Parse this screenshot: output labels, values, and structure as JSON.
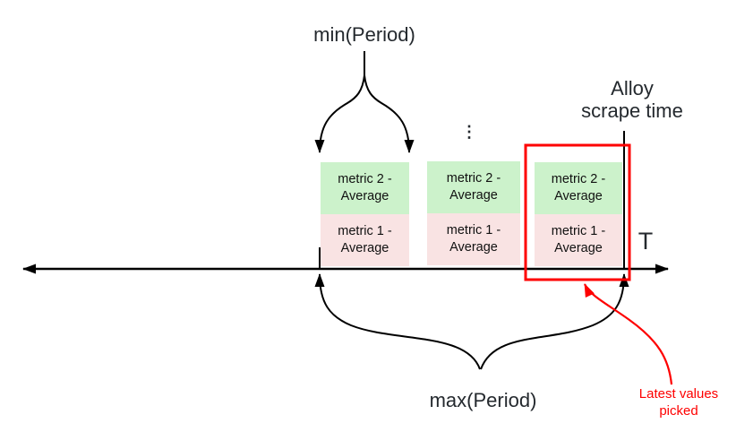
{
  "annotations": {
    "min_period": "min(Period)",
    "max_period": "max(Period)",
    "alloy_line1": "Alloy",
    "alloy_line2": "scrape time",
    "axis_label": "T",
    "ellipsis": "⋮",
    "latest_line1": "Latest values",
    "latest_line2": "picked"
  },
  "sample_groups": [
    {
      "cells": [
        {
          "label": "metric 2 - Average"
        },
        {
          "label": "metric 1 - Average"
        }
      ]
    },
    {
      "cells": [
        {
          "label": "metric 2 - Average"
        },
        {
          "label": "metric 1 - Average"
        }
      ]
    },
    {
      "cells": [
        {
          "label": "metric 2 - Average"
        },
        {
          "label": "metric 1 - Average"
        }
      ]
    }
  ],
  "colors": {
    "metric2_fill": "#ccf2cb",
    "metric1_fill": "#f9e3e3",
    "highlight_red": "#fe0000",
    "line_black": "#000000",
    "label_text": "#24292e"
  }
}
